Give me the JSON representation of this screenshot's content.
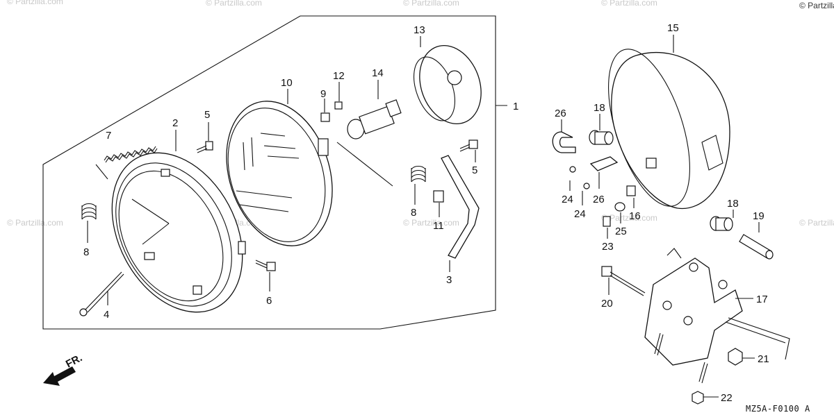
{
  "watermark": "© Partzilla.com",
  "diagram_code": "MZ5A-F0100 A",
  "direction_label": "FR.",
  "callouts": {
    "n1": "1",
    "n2": "2",
    "n3": "3",
    "n4": "4",
    "n5a": "5",
    "n5b": "5",
    "n6": "6",
    "n7": "7",
    "n8a": "8",
    "n8b": "8",
    "n9": "9",
    "n10": "10",
    "n11": "11",
    "n12": "12",
    "n13": "13",
    "n14": "14",
    "n15": "15",
    "n16": "16",
    "n17": "17",
    "n18a": "18",
    "n18b": "18",
    "n19": "19",
    "n20": "20",
    "n21": "21",
    "n22": "22",
    "n23": "23",
    "n24a": "24",
    "n24b": "24",
    "n25": "25",
    "n26a": "26",
    "n26b": "26"
  }
}
